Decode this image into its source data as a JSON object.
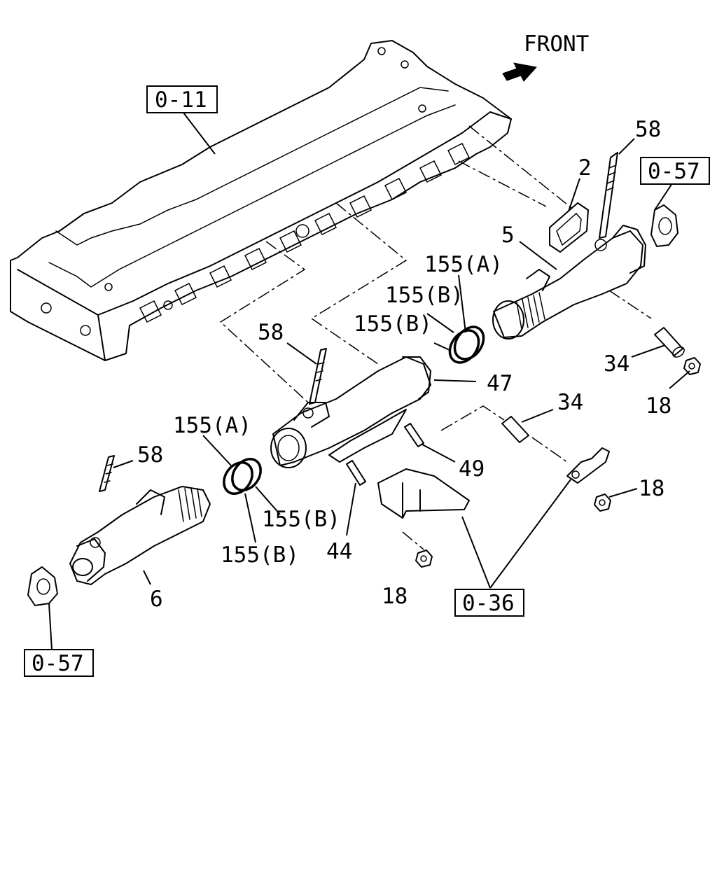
{
  "direction_label": "FRONT",
  "references": {
    "ref_0_11": "0-11",
    "ref_0_57_top": "0-57",
    "ref_0_57_bottom": "0-57",
    "ref_0_36": "0-36"
  },
  "callouts": {
    "p58_top": "58",
    "p2": "2",
    "p5": "5",
    "p155a_top": "155(A)",
    "p155b_top1": "155(B)",
    "p155b_top2": "155(B)",
    "p58_mid": "58",
    "p47": "47",
    "p34_right": "34",
    "p18_right": "18",
    "p34_mid": "34",
    "p49": "49",
    "p18_mid": "18",
    "p58_left": "58",
    "p155a_left": "155(A)",
    "p155b_left1": "155(B)",
    "p155b_left2": "155(B)",
    "p44": "44",
    "p6": "6",
    "p18_bottom": "18"
  }
}
